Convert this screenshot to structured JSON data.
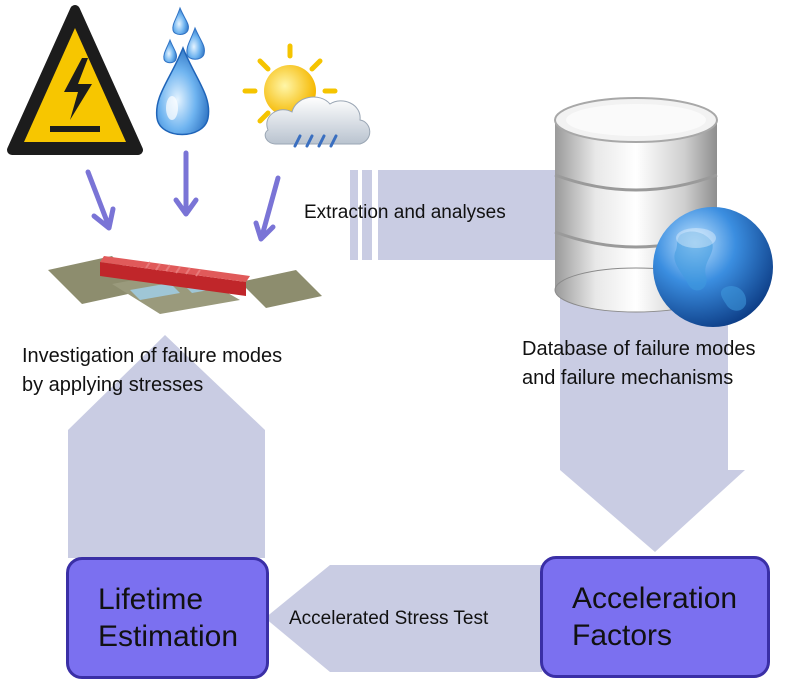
{
  "labels": {
    "investigation_line1": "Investigation of failure modes",
    "investigation_line2": "by applying stresses",
    "database_line1": "Database of failure modes",
    "database_line2": "and failure mechanisms",
    "extraction": "Extraction and analyses",
    "accelerated_stress_test": "Accelerated Stress Test"
  },
  "boxes": {
    "lifetime_line1": "Lifetime",
    "lifetime_line2": "Estimation",
    "acceleration_line1": "Acceleration",
    "acceleration_line2": "Factors"
  },
  "colors": {
    "arrow_fill": "#c9cce3",
    "box_fill": "#7b70f0",
    "box_border": "#3a2fa6",
    "stress_arrow": "#7a74d6",
    "warning_yellow": "#f7c600",
    "water_blue": "#3a86d8",
    "globe_blue": "#2a74c8"
  },
  "icons": [
    "high-voltage-warning-icon",
    "water-drops-icon",
    "sun-rain-cloud-icon",
    "circuit-chip-icon",
    "database-cylinder-icon",
    "globe-icon"
  ]
}
